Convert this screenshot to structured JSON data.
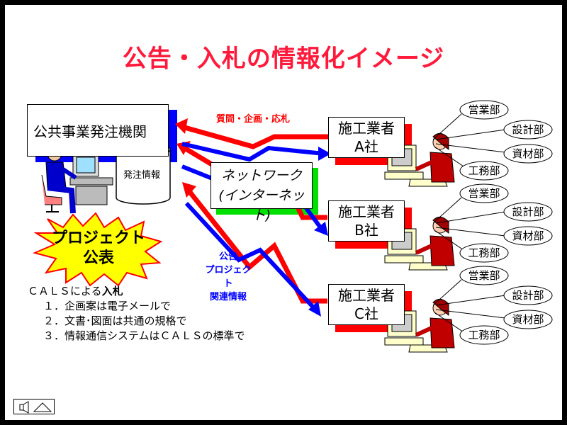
{
  "title": "公告・入札の情報化イメージ",
  "agency": "公共事業発注機関",
  "database": "発注情報",
  "network": {
    "line1": "ネットワーク",
    "line2": "(インターネット)"
  },
  "burst": {
    "line1": "プロジェクト",
    "line2": "公表"
  },
  "arrow_label_top": "質問・企画・応札",
  "arrow_label_bottom": {
    "line1": "公告",
    "line2": "プロジェクト",
    "line3": "関連情報"
  },
  "contractors": [
    {
      "line1": "施工業者",
      "line2": "A社"
    },
    {
      "line1": "施工業者",
      "line2": "B社"
    },
    {
      "line1": "施工業者",
      "line2": "C社"
    }
  ],
  "departments": [
    "営業部",
    "設計部",
    "資材部",
    "工務部"
  ],
  "cals": {
    "heading_prefix": "ＣＡＬＳによる",
    "heading_bold": "入札",
    "items": [
      "１．企画案は電子メールで",
      "２．文書･図面は共通の規格で",
      "３．情報通信システムはＣＡＬＳの標準で"
    ]
  },
  "colors": {
    "title": "#ff1a3c",
    "red": "#ff0000",
    "blue": "#0000ff",
    "green": "#00e000",
    "burst": "#ffff00"
  },
  "icons": [
    "speaker-icon",
    "triangle-icon"
  ]
}
